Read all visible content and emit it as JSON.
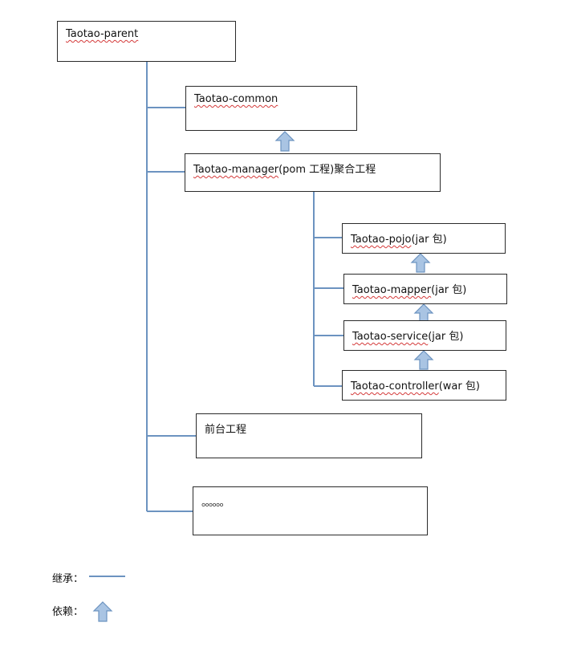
{
  "colors": {
    "connector": "#6c93c0",
    "arrow_fill": "#a9c4e3",
    "arrow_stroke": "#6c93c0",
    "box_border": "#2b2b2b",
    "spellcheck_underline": "#d43a3a"
  },
  "nodes": {
    "parent": {
      "label": "Taotao-parent",
      "suffix": ""
    },
    "common": {
      "label": "Taotao-common",
      "suffix": ""
    },
    "manager": {
      "label": "Taotao-manager",
      "suffix": "(pom 工程)聚合工程"
    },
    "pojo": {
      "label": "Taotao-pojo",
      "suffix": "(jar 包)"
    },
    "mapper": {
      "label": "Taotao-mapper",
      "suffix": "(jar 包)"
    },
    "service": {
      "label": "Taotao-service",
      "suffix": "(jar 包)"
    },
    "controller": {
      "label": "Taotao-controller",
      "suffix": "(war 包)"
    },
    "frontend": {
      "label": "前台工程",
      "suffix": ""
    },
    "more": {
      "label": "。。。。。。",
      "suffix": ""
    }
  },
  "legend": {
    "inherit_label": "继承：",
    "depend_label": "依赖："
  }
}
